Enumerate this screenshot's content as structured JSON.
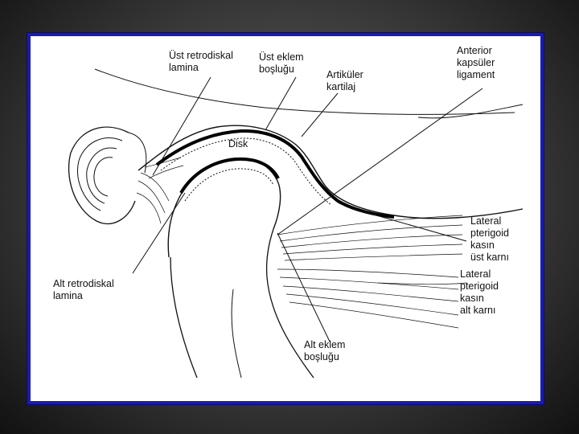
{
  "labels": {
    "ust_retrodiskal": [
      "Üst retrodiskal",
      "lamina"
    ],
    "ust_eklem": [
      "Üst eklem",
      "boşluğu"
    ],
    "artikuler": [
      "Artiküler",
      "kartilaj"
    ],
    "anterior": [
      "Anterior",
      "kapsüler",
      "ligament"
    ],
    "disk": [
      "Disk"
    ],
    "lateral_ust": [
      "Lateral",
      "pterigoid",
      "kasın",
      "üst karnı"
    ],
    "lateral_alt": [
      "Lateral",
      "pterigoid",
      "kasın",
      "alt karnı"
    ],
    "alt_retrodiskal": [
      "Alt retrodiskal",
      "lamina"
    ],
    "alt_eklem": [
      "Alt eklem",
      "boşluğu"
    ]
  },
  "colors": {
    "frame_border": "#1a1ab8",
    "ink": "#111111",
    "paper": "#ffffff"
  }
}
